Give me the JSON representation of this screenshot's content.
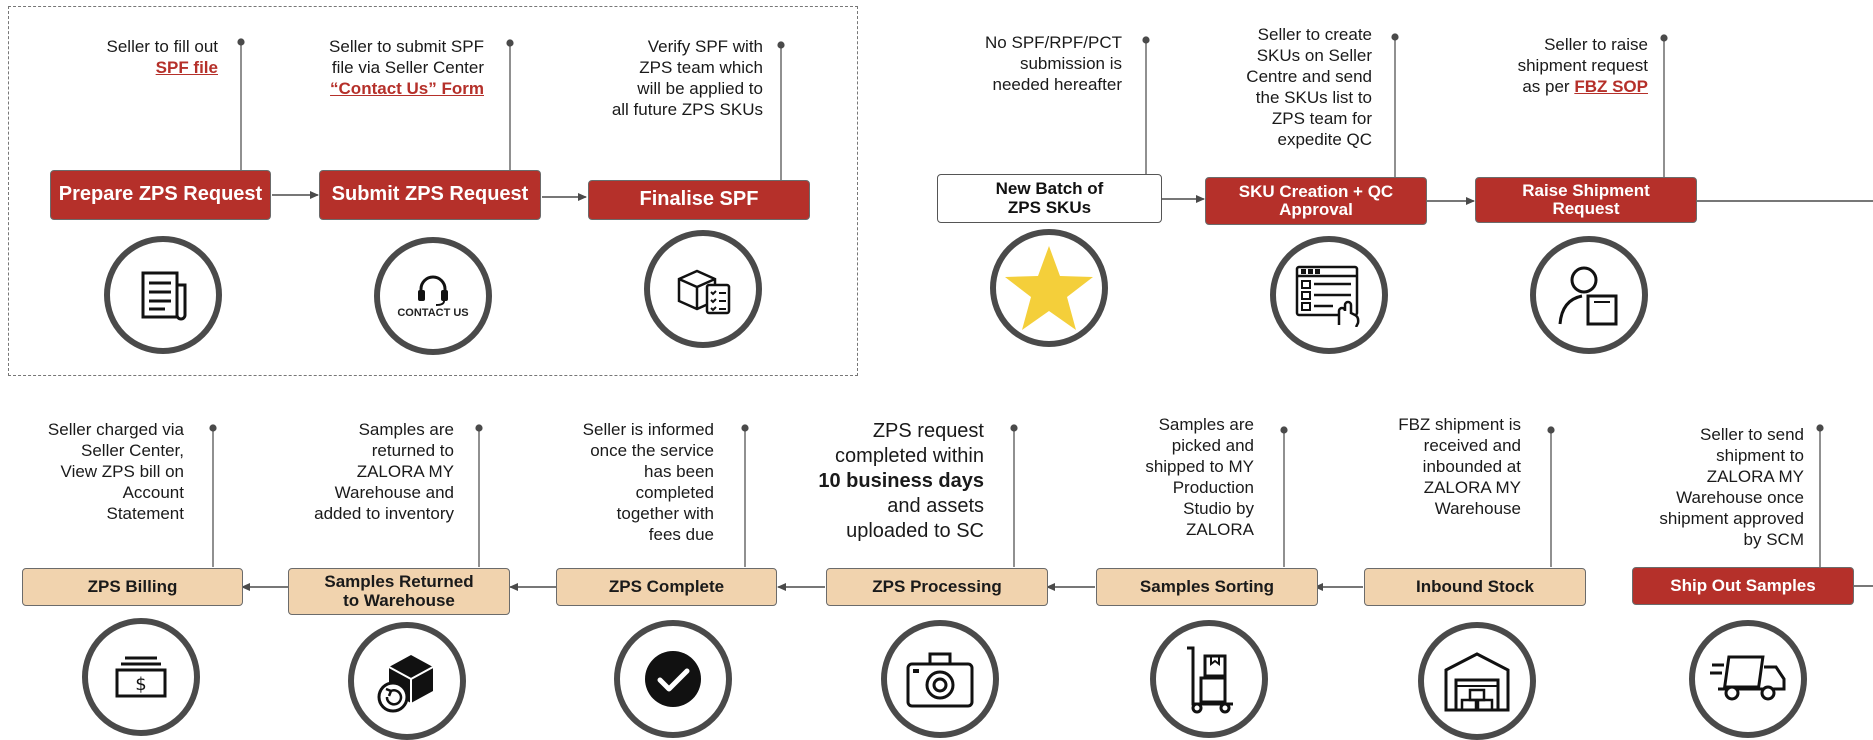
{
  "top_left": {
    "steps": [
      {
        "title": "Prepare ZPS Request",
        "desc_lines": [
          "Seller to fill out"
        ],
        "link": "SPF file",
        "icon": "document-icon"
      },
      {
        "title": "Submit ZPS Request",
        "desc_lines": [
          "Seller to submit SPF",
          "file via Seller Center"
        ],
        "link": "“Contact Us” Form",
        "icon": "contact-us-icon",
        "icon_label": "CONTACT US"
      },
      {
        "title": "Finalise SPF",
        "desc_lines": [
          "Verify SPF with",
          "ZPS team which",
          "will be applied to",
          "all future ZPS SKUs"
        ],
        "icon": "box-checklist-icon"
      }
    ]
  },
  "top_right": {
    "steps": [
      {
        "title": "New Batch of ZPS SKUs",
        "desc_lines": [
          "No SPF/RPF/PCT",
          "submission is",
          "needed hereafter"
        ],
        "icon": "star-icon"
      },
      {
        "title": "SKU Creation + QC Approval",
        "desc_lines": [
          "Seller to create",
          "SKUs on Seller",
          "Centre and send",
          "the SKUs list to",
          "ZPS team for",
          "expedite QC"
        ],
        "icon": "web-form-click-icon"
      },
      {
        "title": "Raise Shipment Request",
        "desc_lines": [
          "Seller to raise",
          "shipment request"
        ],
        "desc_prefix": "as per ",
        "link": "FBZ SOP",
        "icon": "person-box-icon"
      }
    ]
  },
  "bottom": {
    "steps": [
      {
        "title": "ZPS Billing",
        "desc_lines": [
          "Seller charged via",
          "Seller Center,",
          "View ZPS bill on",
          "Account",
          "Statement"
        ],
        "icon": "bill-icon"
      },
      {
        "title": "Samples Returned to Warehouse",
        "desc_lines": [
          "Samples are",
          "returned to",
          "ZALORA MY",
          "Warehouse and",
          "added to inventory"
        ],
        "icon": "box-return-icon"
      },
      {
        "title": "ZPS Complete",
        "desc_lines": [
          "Seller is informed",
          "once the service",
          "has been",
          "completed",
          "together with",
          "fees due"
        ],
        "icon": "check-circle-icon"
      },
      {
        "title": "ZPS Processing",
        "desc_l1": "ZPS request",
        "desc_l2": "completed within",
        "desc_bold": "10 business days",
        "desc_l4": "and assets",
        "desc_l5": "uploaded to SC",
        "icon": "camera-icon"
      },
      {
        "title": "Samples Sorting",
        "desc_lines": [
          "Samples are",
          "picked and",
          "shipped to MY",
          "Production",
          "Studio by",
          "ZALORA"
        ],
        "icon": "hand-truck-icon"
      },
      {
        "title": "Inbound Stock",
        "desc_lines": [
          "FBZ shipment is",
          "received and",
          "inbounded at",
          "ZALORA MY",
          "Warehouse"
        ],
        "icon": "warehouse-icon"
      },
      {
        "title": "Ship Out Samples",
        "desc_lines": [
          "Seller to send",
          "shipment to",
          "ZALORA MY",
          "Warehouse once",
          "shipment approved",
          "by SCM"
        ],
        "icon": "delivery-truck-icon"
      }
    ]
  },
  "colors": {
    "red": "#b5302a",
    "tan": "#f1d3ae",
    "outline": "#4a4a4a"
  }
}
